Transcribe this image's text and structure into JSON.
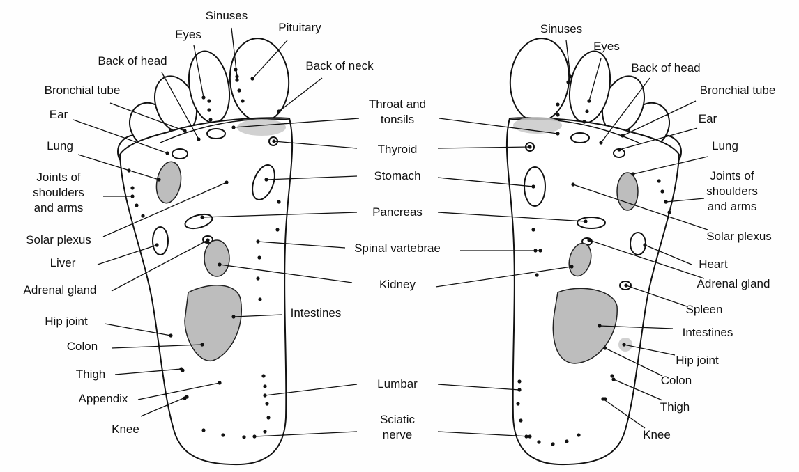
{
  "left_foot": {
    "labels": [
      [
        "Sinuses"
      ],
      [
        "Eyes"
      ],
      [
        "Pituitary"
      ],
      [
        "Back of head"
      ],
      [
        "Back of neck"
      ],
      [
        "Bronchial tube"
      ],
      [
        "Ear"
      ],
      [
        "Lung"
      ],
      [
        "Joints of",
        "shoulders",
        "and arms"
      ],
      [
        "Solar plexus"
      ],
      [
        "Liver"
      ],
      [
        "Adrenal gland"
      ],
      [
        "Hip joint"
      ],
      [
        "Colon"
      ],
      [
        "Thigh"
      ],
      [
        "Appendix"
      ],
      [
        "Knee"
      ],
      [
        "Intestines"
      ]
    ]
  },
  "center": {
    "labels": [
      [
        "Throat and",
        "tonsils"
      ],
      [
        "Thyroid"
      ],
      [
        "Stomach"
      ],
      [
        "Pancreas"
      ],
      [
        "Spinal vartebrae"
      ],
      [
        "Kidney"
      ],
      [
        "Lumbar"
      ],
      [
        "Sciatic",
        "nerve"
      ]
    ]
  },
  "right_foot": {
    "labels": [
      [
        "Sinuses"
      ],
      [
        "Eyes"
      ],
      [
        "Back of head"
      ],
      [
        "Bronchial tube"
      ],
      [
        "Ear"
      ],
      [
        "Lung"
      ],
      [
        "Joints of",
        "shoulders",
        "and arms"
      ],
      [
        "Solar plexus"
      ],
      [
        "Heart"
      ],
      [
        "Adrenal gland"
      ],
      [
        "Spleen"
      ],
      [
        "Intestines"
      ],
      [
        "Hip joint"
      ],
      [
        "Colon"
      ],
      [
        "Thigh"
      ],
      [
        "Knee"
      ]
    ]
  }
}
